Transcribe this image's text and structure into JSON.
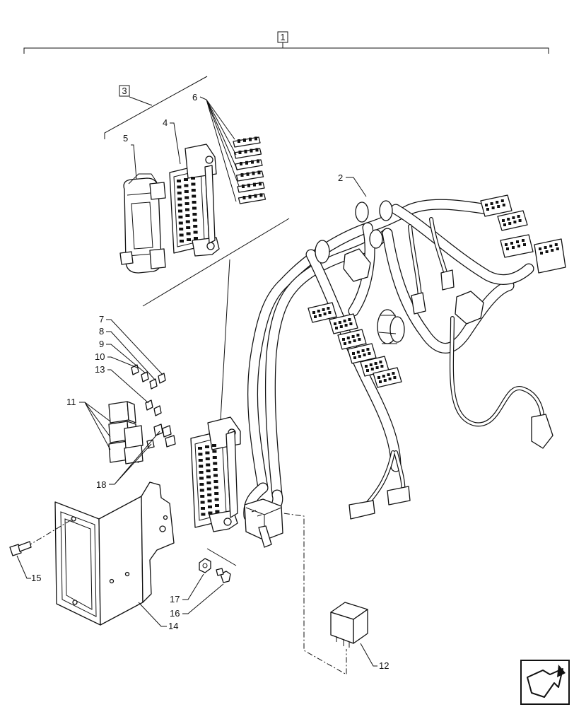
{
  "callouts": {
    "c1": "1",
    "c2": "2",
    "c3": "3",
    "c4": "4",
    "c5": "5",
    "c6": "6",
    "c7": "7",
    "c8": "8",
    "c9": "9",
    "c10": "10",
    "c11": "11",
    "c12": "12",
    "c13": "13",
    "c14": "14",
    "c15": "15",
    "c16": "16",
    "c17": "17",
    "c18": "18"
  },
  "icons": {
    "nav": "next-page-arrow-icon"
  }
}
